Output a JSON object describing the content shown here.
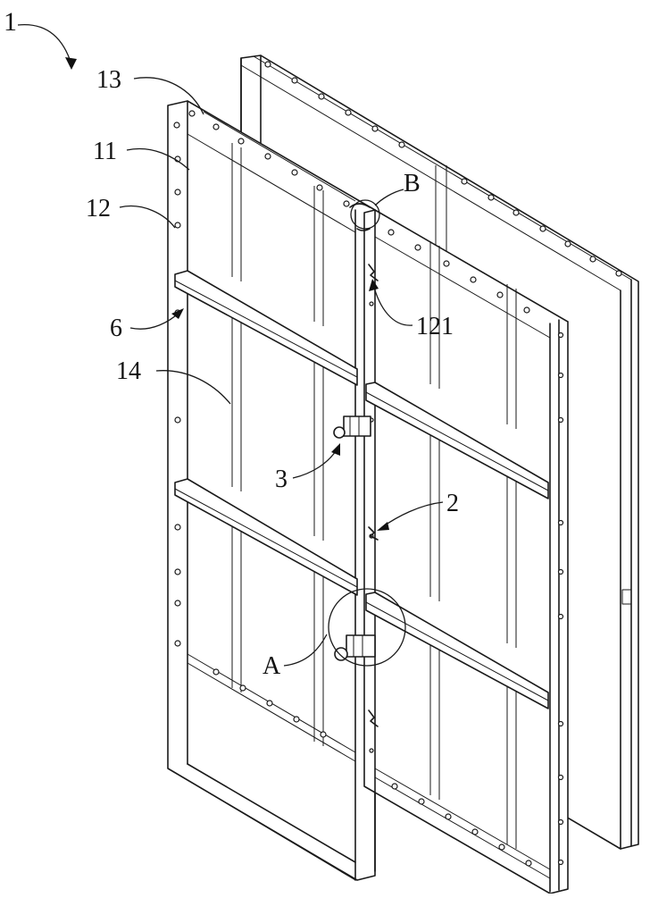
{
  "figure": {
    "labels": {
      "assembly": "1",
      "end_plate": "13",
      "panel_face": "11",
      "side_frame": "12",
      "crossbar": "6",
      "rib": "14",
      "hole": "121",
      "lock": "3",
      "hook": "2",
      "detail_a": "A",
      "detail_b": "B"
    }
  }
}
